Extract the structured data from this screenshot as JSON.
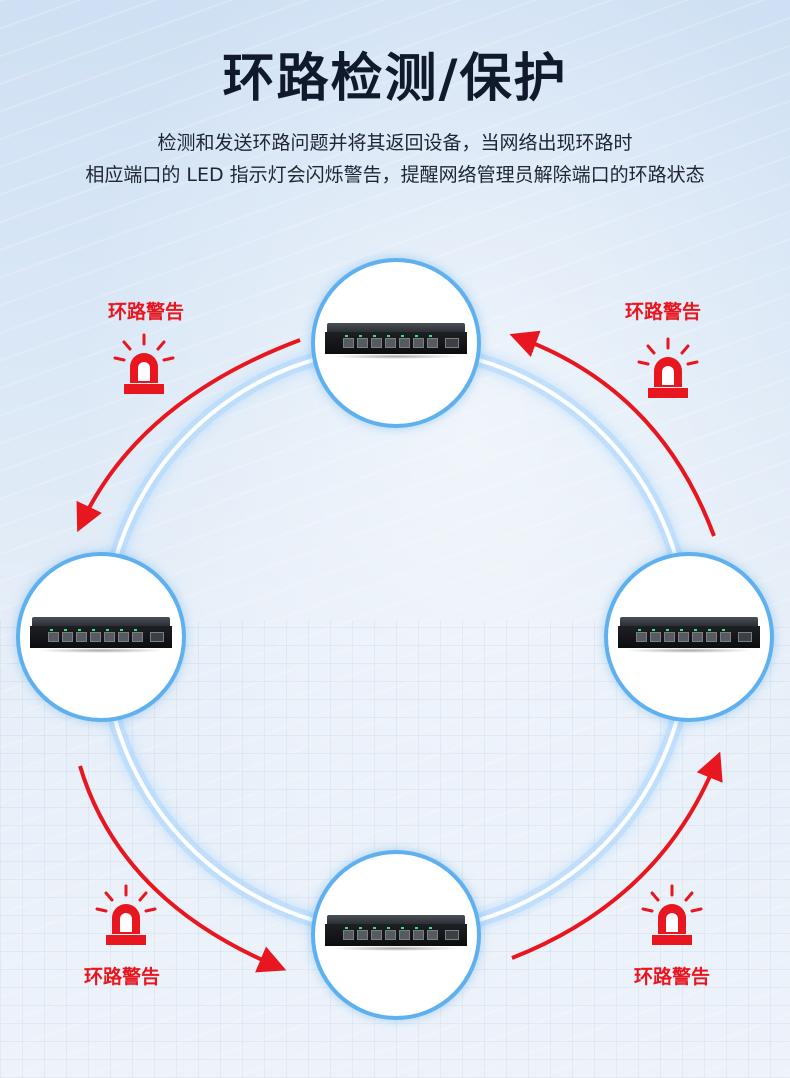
{
  "title": "环路检测/保护",
  "description": {
    "line1": "检测和发送环路问题并将其返回设备，当网络出现环路时",
    "line2": "相应端口的 LED 指示灯会闪烁警告，提醒网络管理员解除端口的环路状态"
  },
  "alarm_labels": {
    "top_left": "环路警告",
    "top_right": "环路警告",
    "bottom_left": "环路警告",
    "bottom_right": "环路警告"
  },
  "icons": {
    "alarm": "siren-icon",
    "device": "network-switch-icon",
    "arrow": "curved-arrow-icon"
  },
  "colors": {
    "accent_red": "#e8161f",
    "ring_blue": "#5fb0ee",
    "title_dark": "#101a2c"
  }
}
